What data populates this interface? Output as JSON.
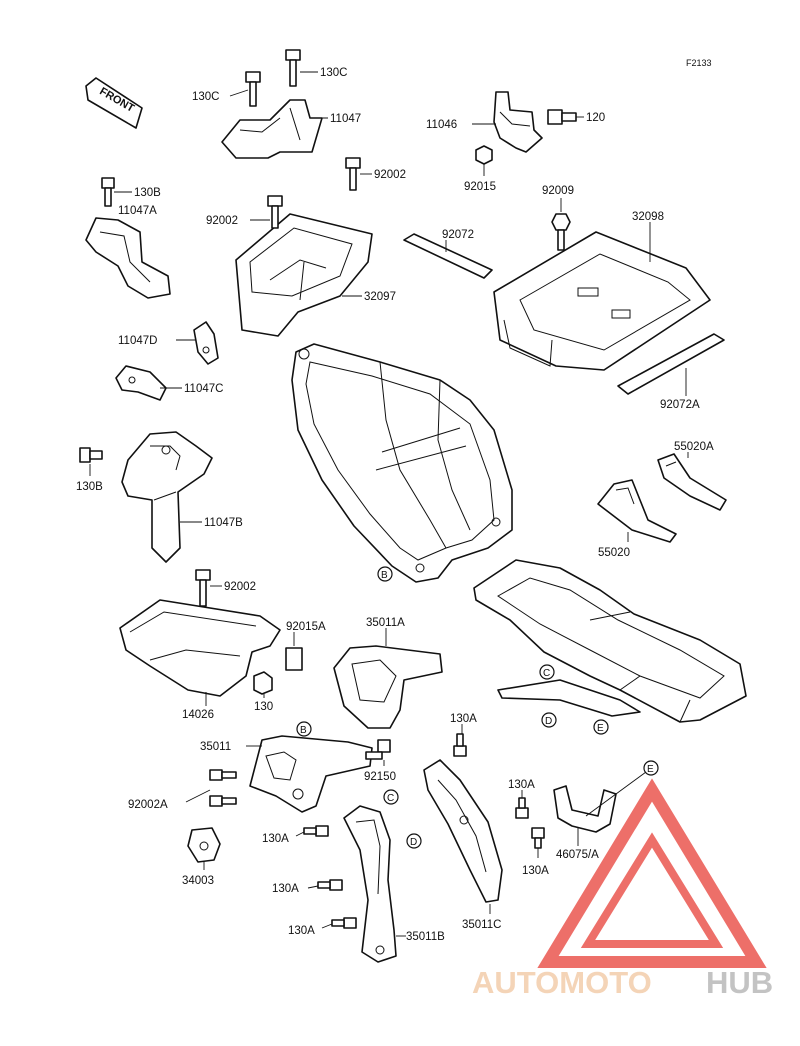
{
  "diagram_code": "F2133",
  "front_label": "FRONT",
  "parts": {
    "p130C_a": "130C",
    "p130C_b": "130C",
    "p11047": "11047",
    "p11046": "11046",
    "p120": "120",
    "p92002_a": "92002",
    "p92015": "92015",
    "p130B_a": "130B",
    "p11047A": "11047A",
    "p92002_b": "92002",
    "p92072": "92072",
    "p92009": "92009",
    "p32098": "32098",
    "p32097": "32097",
    "p11047D": "11047D",
    "p11047C": "11047C",
    "p92072A": "92072A",
    "p55020A": "55020A",
    "p130B_b": "130B",
    "p11047B": "11047B",
    "p55020": "55020",
    "p92002_c": "92002",
    "p92015A": "92015A",
    "p35011A": "35011A",
    "p14026": "14026",
    "p130": "130",
    "p130A_a": "130A",
    "p35011": "35011",
    "p92150": "92150",
    "p130A_b": "130A",
    "p92002A": "92002A",
    "p130A_c": "130A",
    "p46075A": "46075/A",
    "p130A_d": "130A",
    "p34003": "34003",
    "p130A_e": "130A",
    "p35011C": "35011C",
    "p130A_f": "130A",
    "p35011B": "35011B"
  },
  "callouts": {
    "B1": "B",
    "B2": "B",
    "C1": "C",
    "C2": "C",
    "D1": "D",
    "D2": "D",
    "E1": "E",
    "E2": "E"
  },
  "watermark": {
    "part1": "AUTOMOTO",
    "part2": "HUB",
    "color1": "#f2c8a3",
    "color2": "#b3b3b3",
    "triangle_color": "#e8473f"
  }
}
